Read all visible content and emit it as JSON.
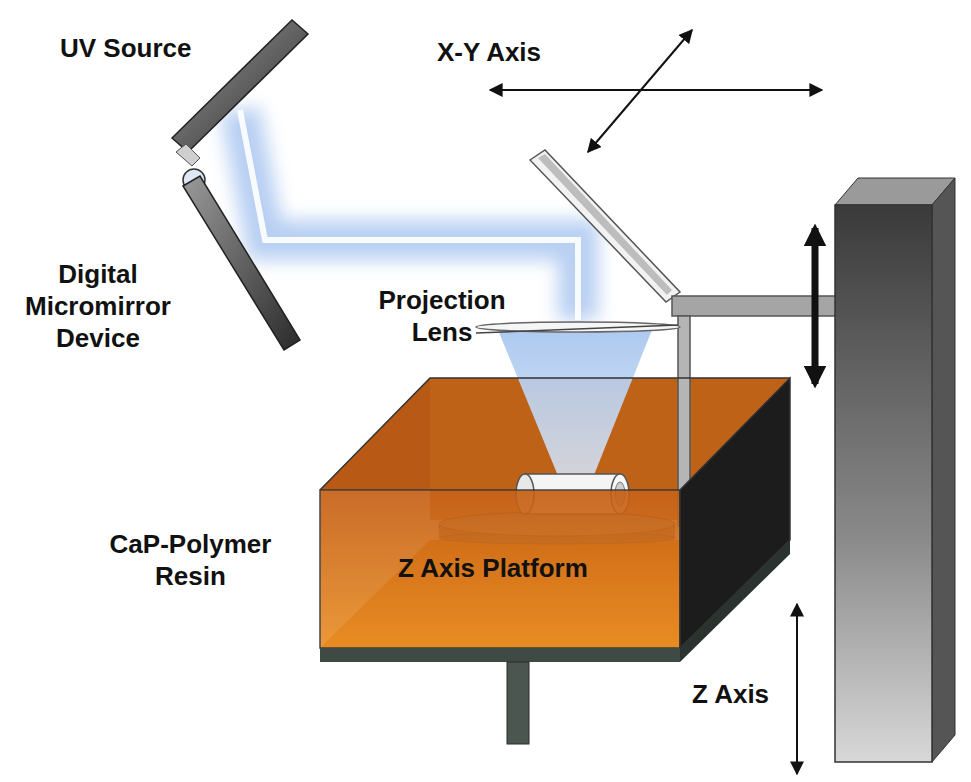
{
  "diagram": {
    "labels": [
      "UV Source",
      "X-Y Axis",
      "Digital Micromirror Device",
      "Projection Lens",
      "CaP-Polymer Resin",
      "Z Axis Platform",
      "Z Axis"
    ]
  }
}
